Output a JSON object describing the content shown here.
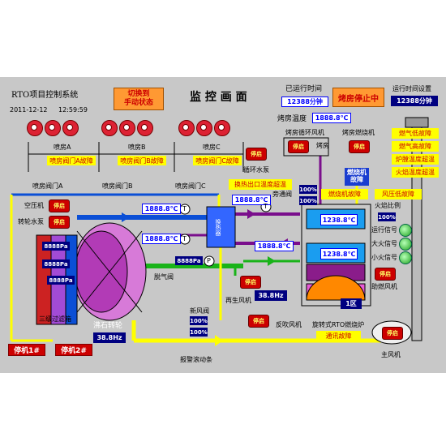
{
  "header": {
    "title_left": "RTO项目控制系统",
    "date": "2011-12-12",
    "time": "12:59:59",
    "mode_button": "切换到\n手动状态",
    "main_title": "监 控 画 面",
    "runtime_label": "已运行时间",
    "runtime_value": "12388分钟",
    "stop_status": "烤房停止中",
    "runtime_setting_label": "运行时间设置",
    "runtime_setting_value": "12388分钟"
  },
  "booths": {
    "labels": [
      "喷房A",
      "喷房B",
      "喷房C"
    ],
    "faults": [
      "喷房阀门A故障",
      "喷房阀门B故障",
      "喷房阀门C故障"
    ],
    "valves": [
      "喷房阀门A",
      "喷房阀门B",
      "喷房阀门C"
    ],
    "circ_pump": "循环水泵",
    "start_label": "停启"
  },
  "oven": {
    "temp_label": "烤房温度",
    "temp_value": "1888.8℃",
    "circ_fan_label": "烤房循环风机",
    "burner_label": "烤房燃烧机",
    "oven_label": "烤房",
    "burner_icon": "燃烧机\n故障"
  },
  "faults": {
    "gas_low": "燃气低故障",
    "gas_high": "燃气高故障",
    "furnace_temp": "炉膛温度超温",
    "flame_temp": "火焰温度超温",
    "burner": "燃烧机故障",
    "wind_low": "风压低故障",
    "heat_exchanger": "换热出口温度超温",
    "comm": "通讯故障"
  },
  "process": {
    "temp_pipe_1": "1888.8℃",
    "temp_pipe_2": "1888.8℃",
    "temp_pipe_3": "1888.8℃",
    "temp_pipe_4": "1888.8℃",
    "temp_furnace_top": "1238.8℃",
    "temp_furnace_mid": "1238.8℃",
    "heat_exchanger": "换热器",
    "bypass_valve": "旁通阀",
    "bypass_pct_1": "100%",
    "bypass_pct_2": "100%",
    "flame_ratio": "火焰比例",
    "flame_ratio_pct": "100%",
    "running_signal": "运行信号",
    "large_fire": "大火信号",
    "small_fire": "小火信号",
    "combustion_fan": "助燃风机",
    "section": "1区",
    "rotary_burner": "旋转式RTO燃烧炉",
    "regen_fan": "再生风机",
    "regen_freq": "38.8Hz",
    "back_fan": "反吹风机",
    "desorb_valve": "脱气阀",
    "fresh_air_valve": "新风阀",
    "fresh_pct_1": "100%",
    "fresh_pct_2": "100%",
    "pressure_p": "8888Pa",
    "air_compressor": "空压机",
    "wheel_water_pump": "转轮水泵",
    "filter_label": "三级过滤箱",
    "pressure_1": "8888Pa",
    "pressure_2": "8888Pa",
    "pressure_3": "8888Pa",
    "wheel_label": "沸石转轮",
    "wheel_freq": "38.8Hz",
    "main_fan": "主风机",
    "alarm_bar": "报警滚动条",
    "stop1": "停机1#",
    "stop2": "停机2#",
    "start": "停启",
    "gauge_t": "T",
    "gauge_p": "P"
  },
  "colors": {
    "panel": "#c8c8c8",
    "fault_yellow": "#ffff00",
    "fault_text": "#cc0000",
    "value_blue": "#0000ff",
    "pipe_blue": "#0b4fd6",
    "pipe_yellow": "#ffff00",
    "pipe_green": "#19b319",
    "pipe_purple": "#7a0e8c"
  }
}
